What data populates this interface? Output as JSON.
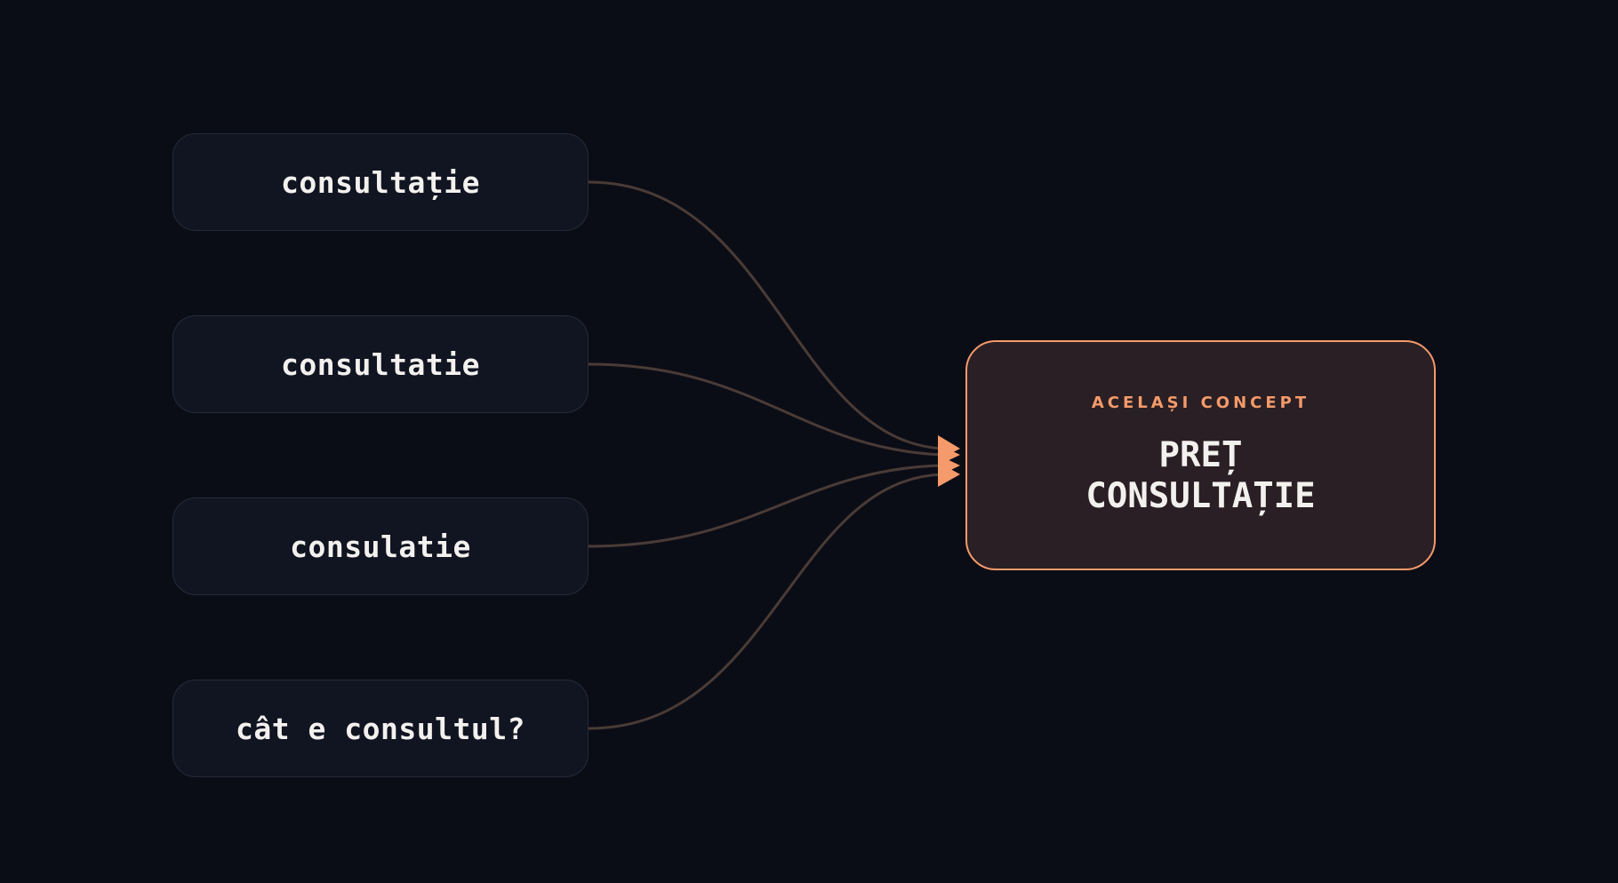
{
  "diagram": {
    "sources": [
      {
        "label": "consultație"
      },
      {
        "label": "consultatie"
      },
      {
        "label": "consulatie"
      },
      {
        "label": "cât e consultul?"
      }
    ],
    "target": {
      "eyebrow": "ACELAȘI CONCEPT",
      "title_line1": "PREȚ",
      "title_line2": "CONSULTAȚIE"
    },
    "colors": {
      "background": "#0b0d16",
      "source_fill": "#111421",
      "source_border": "#272b38",
      "target_fill": "#2a1f24",
      "accent": "#f59a6a",
      "connector": "#4a3b36",
      "text": "#f3f1ee"
    }
  }
}
